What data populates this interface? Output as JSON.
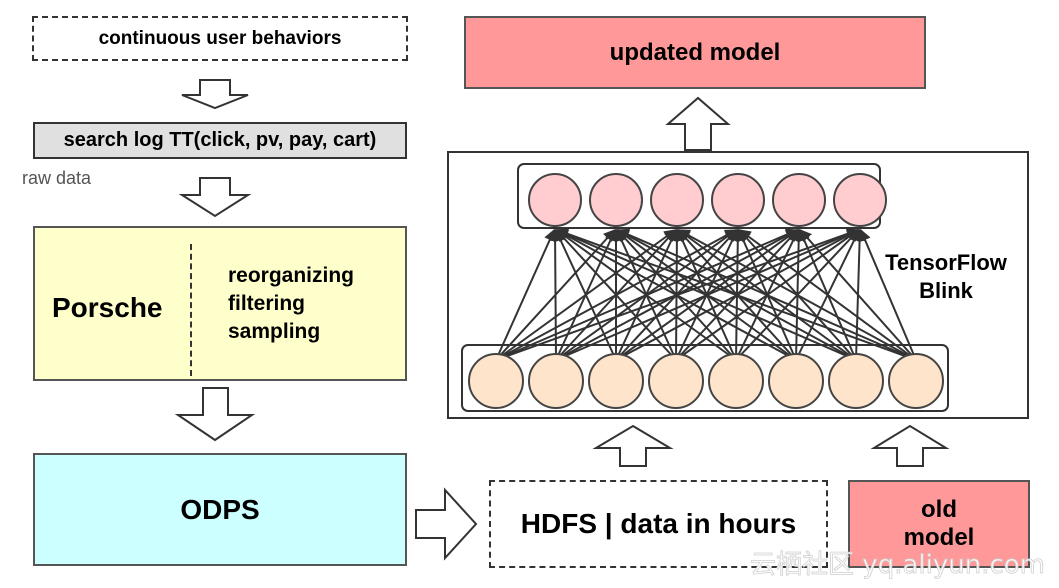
{
  "boxes": {
    "continuous_user_behaviors": "continuous user behaviors",
    "search_log": "search log TT(click, pv, pay, cart)",
    "raw_data": "raw data",
    "porsche": "Porsche",
    "porsche_ops": [
      "reorganizing",
      "filtering",
      "sampling"
    ],
    "odps": "ODPS",
    "hdfs": "HDFS | data in hours",
    "updated_model": "updated model",
    "old_model": [
      "old",
      "model"
    ],
    "tensorflow": [
      "TensorFlow",
      "Blink"
    ]
  },
  "network": {
    "output_nodes": 6,
    "input_nodes": 8
  },
  "watermark": "云栖社区 yq.aliyun.com",
  "colors": {
    "porsche_fill": "#ffffcc",
    "odps_fill": "#ccffff",
    "model_fill": "#ff9999",
    "search_log_fill": "#e0e0e0",
    "output_node_fill": "#ffccd0",
    "input_node_fill": "#ffe4cc"
  }
}
